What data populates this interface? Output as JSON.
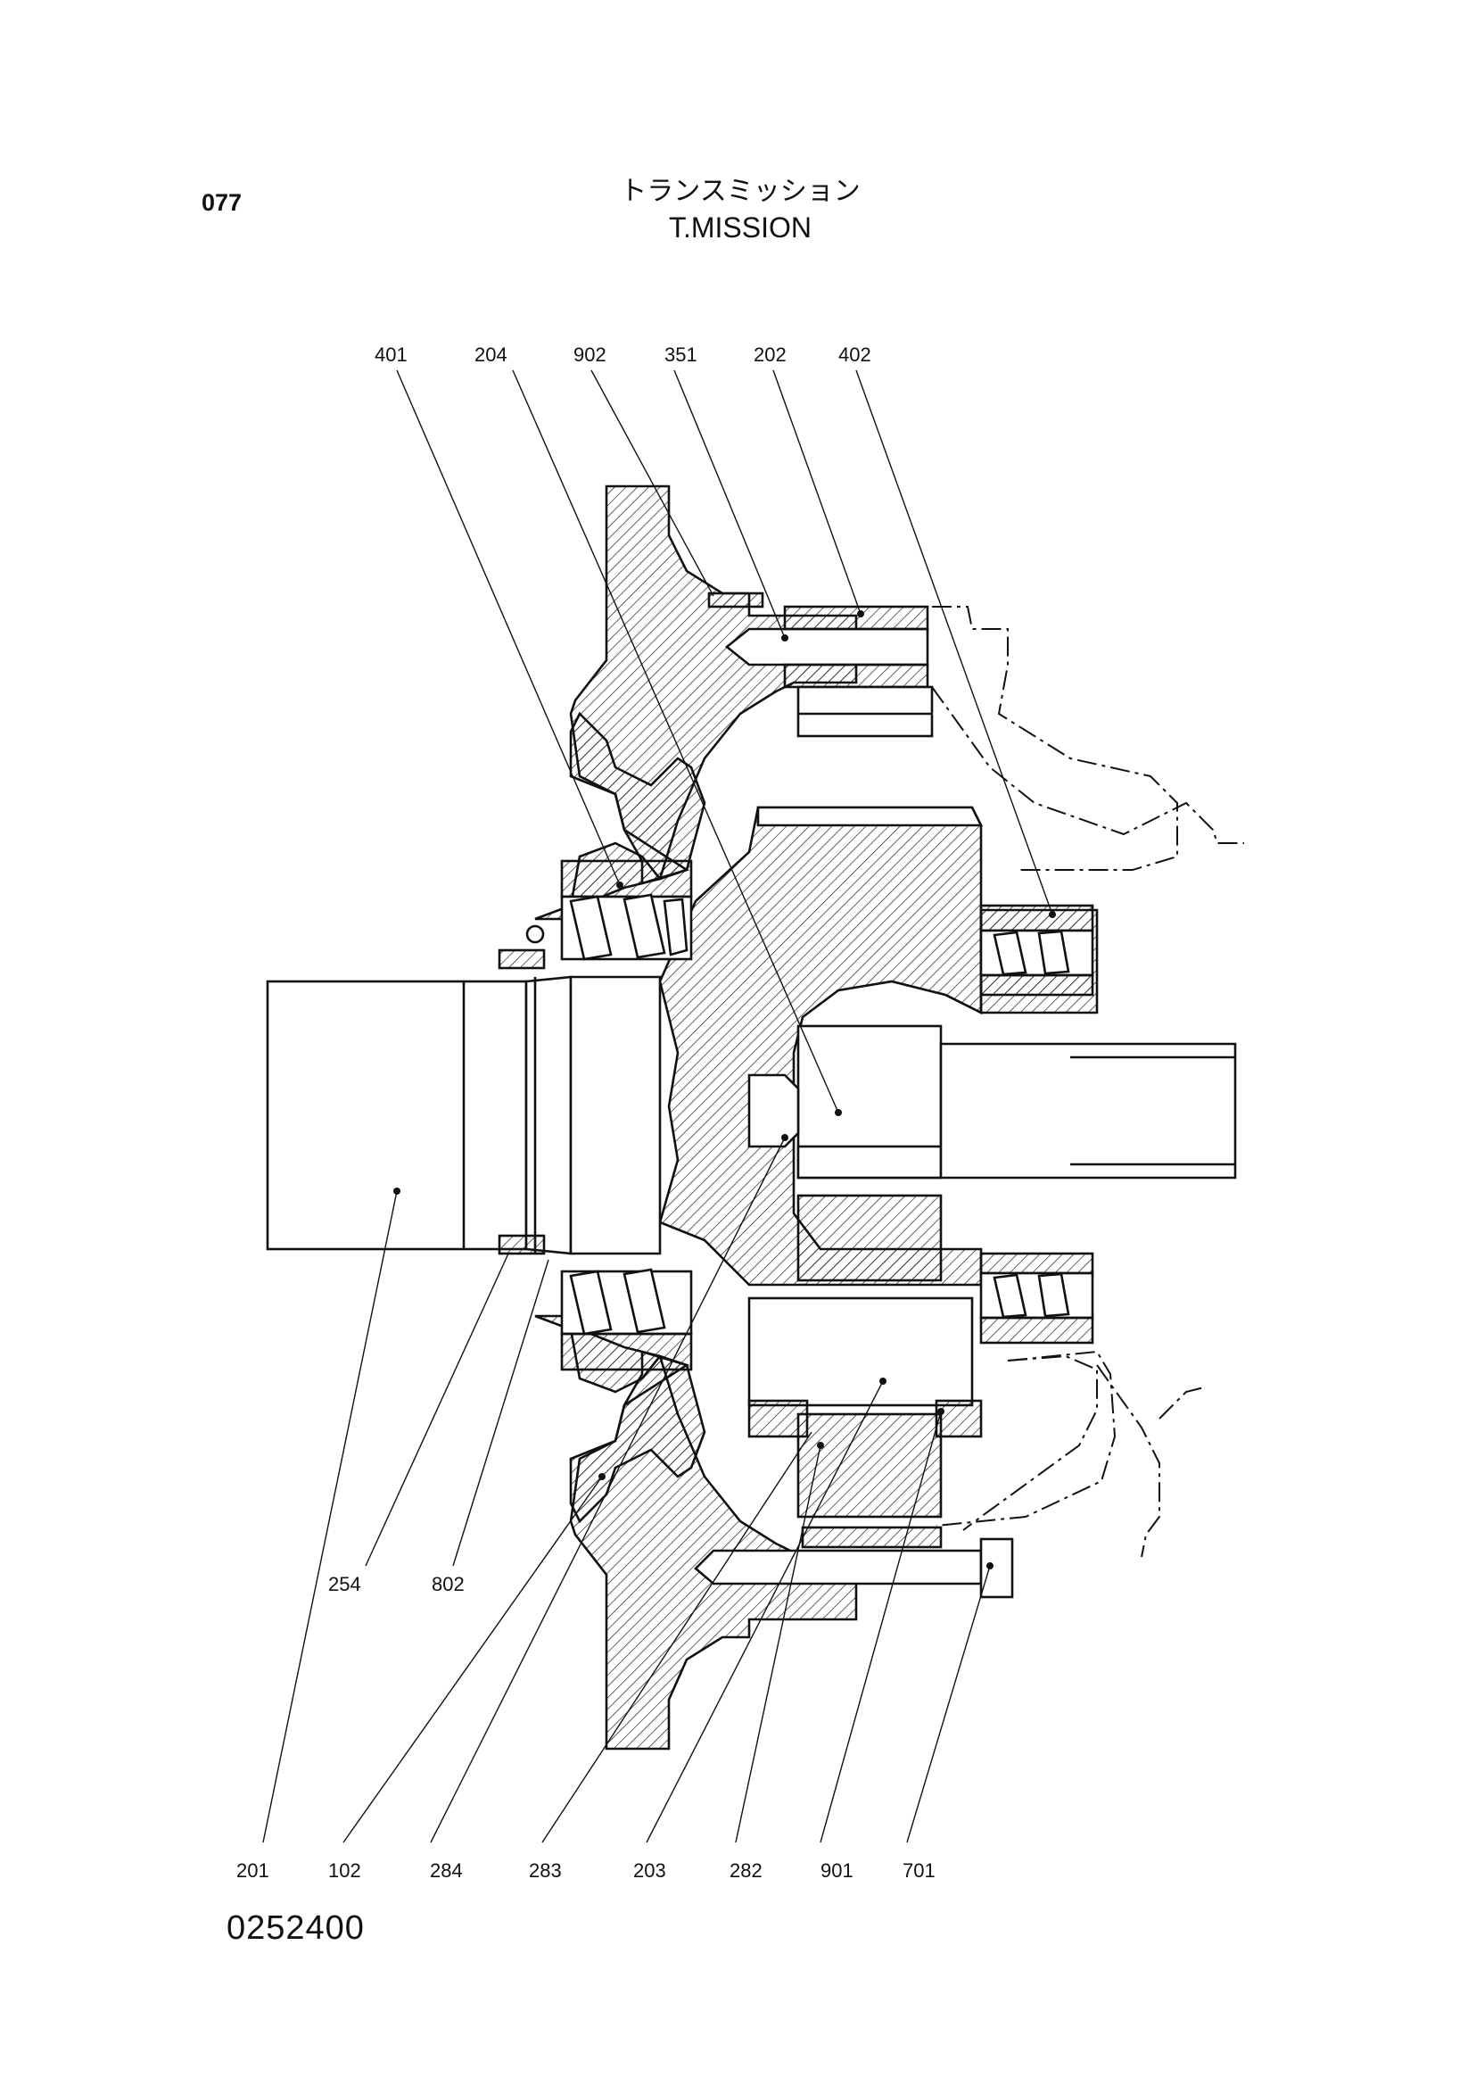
{
  "page_number": "077",
  "title_jp": "トランスミッション",
  "title_en": "T.MISSION",
  "drawing_number": "0252400",
  "callouts_top": [
    {
      "label": "401"
    },
    {
      "label": "204"
    },
    {
      "label": "902"
    },
    {
      "label": "351"
    },
    {
      "label": "202"
    },
    {
      "label": "402"
    }
  ],
  "callouts_mid": [
    {
      "label": "254"
    },
    {
      "label": "802"
    }
  ],
  "callouts_bottom": [
    {
      "label": "201"
    },
    {
      "label": "102"
    },
    {
      "label": "284"
    },
    {
      "label": "283"
    },
    {
      "label": "203"
    },
    {
      "label": "282"
    },
    {
      "label": "901"
    },
    {
      "label": "701"
    }
  ]
}
